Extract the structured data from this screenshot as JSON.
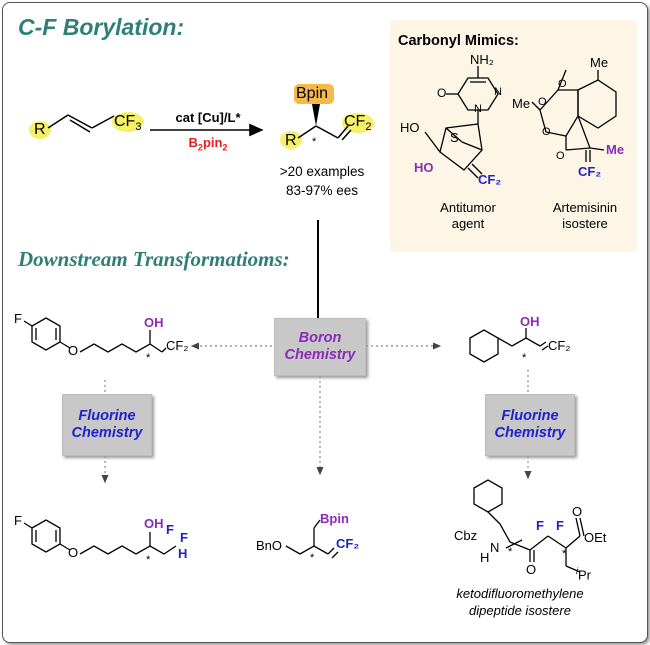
{
  "titles": {
    "main": "C-F Borylation:",
    "downstream": "Downstream Transformatioms:"
  },
  "reaction": {
    "reagent_top": "cat [Cu]/L*",
    "reagent_bottom_prefix": "B",
    "reagent_bottom_sub1": "2",
    "reagent_bottom_mid": "pin",
    "reagent_bottom_sub2": "2",
    "start_R": "R",
    "start_CF3": "CF",
    "start_CF3_sub": "3",
    "prod_Bpin": "Bpin",
    "prod_R": "R",
    "prod_star": "*",
    "prod_CF2": "CF",
    "prod_CF2_sub": "2",
    "examples": ">20 examples",
    "ees": "83-97% ees"
  },
  "mimics": {
    "title": "Carbonyl Mimics:",
    "antitumor_line1": "Antitumor",
    "antitumor_line2": "agent",
    "artemisinin_line1": "Artemisinin",
    "artemisinin_line2": "isostere",
    "nh2": "NH₂",
    "n1": "N",
    "n2": "N",
    "o_carbonyl": "O",
    "ho_top": "HO",
    "s": "S",
    "ho_bottom": "HO",
    "cf2_a": "CF₂",
    "me_top": "Me",
    "me_left": "Me",
    "o_a": "O",
    "o_b": "O",
    "o_c": "O",
    "o_d": "O",
    "cf2_b": "CF₂",
    "me_right": "Me"
  },
  "boxes": {
    "boron_line1": "Boron",
    "boron_line2": "Chemistry",
    "fluorine_left_line1": "Fluorine",
    "fluorine_left_line2": "Chemistry",
    "fluorine_right_line1": "Fluorine",
    "fluorine_right_line2": "Chemistry"
  },
  "molecules": {
    "left_top_F": "F",
    "left_top_O": "O",
    "left_top_OH": "OH",
    "left_top_star": "*",
    "left_top_CF2": "CF₂",
    "right_top_OH": "OH",
    "right_top_star": "*",
    "right_top_CF2": "CF₂",
    "left_bot_F": "F",
    "left_bot_O": "O",
    "left_bot_OH": "OH",
    "left_bot_star": "*",
    "left_bot_F1": "F",
    "left_bot_F2": "F",
    "left_bot_H": "H",
    "mid_bot_Bpin": "Bpin",
    "mid_bot_BnO": "BnO",
    "mid_bot_star": "*",
    "mid_bot_CF2": "CF₂",
    "right_bot_Cbz": "Cbz",
    "right_bot_N": "N",
    "right_bot_H": "H",
    "right_bot_star1": "*",
    "right_bot_O_ketone": "O",
    "right_bot_F1": "F",
    "right_bot_F2": "F",
    "right_bot_star2": "*",
    "right_bot_O_ester": "O",
    "right_bot_OEt": "OEt",
    "right_bot_iPr_i": "i",
    "right_bot_iPr": "Pr",
    "caption_line1": "ketodifluoromethylene",
    "caption_line2": "dipeptide isostere"
  },
  "colors": {
    "title": "#2f7f78",
    "blue": "#1f23c8",
    "purple": "#8b2ab8",
    "red": "#e02020",
    "box": "#c8c8c8",
    "mimic_bg": "#fdf6e6",
    "highlight_yellow": "#f5f06a",
    "highlight_orange": "#f7b84a"
  }
}
